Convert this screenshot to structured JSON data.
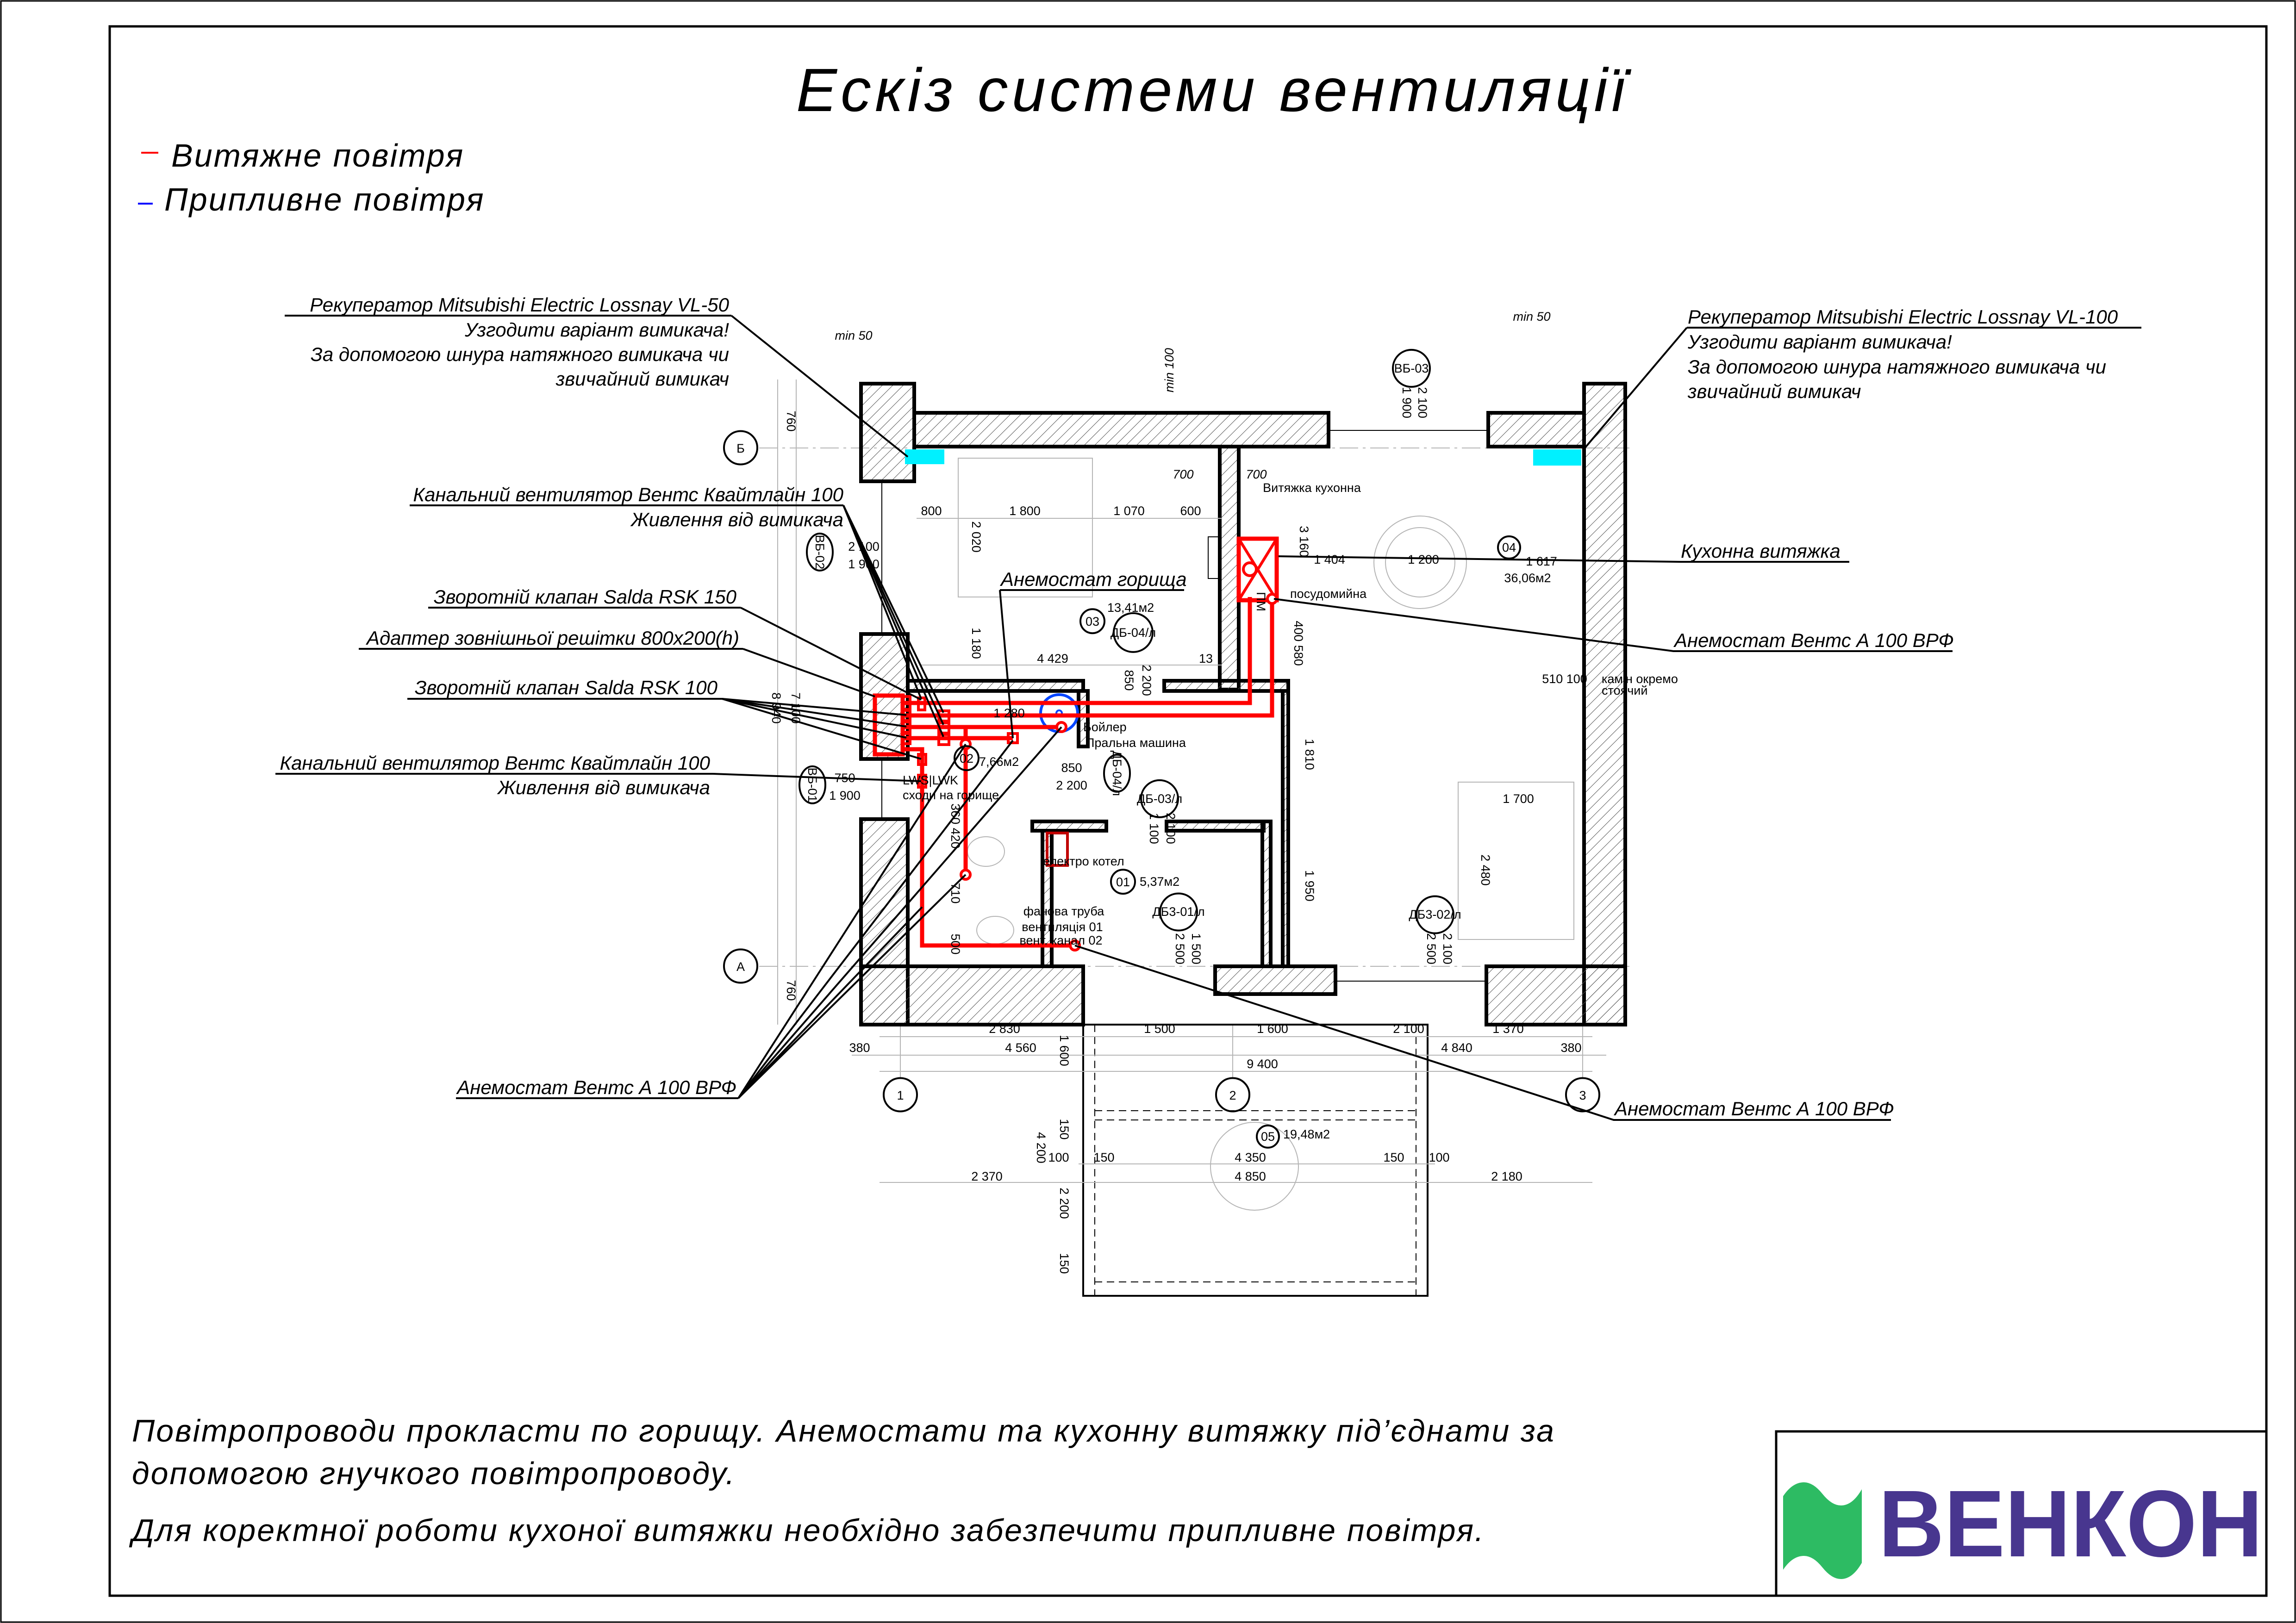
{
  "title": "Ескіз системи вентиляції",
  "legend": {
    "exhaust": {
      "label": "Витяжне повітря",
      "color": "#ff0000"
    },
    "supply": {
      "label": "Припливне повітря",
      "color": "#0000ff"
    }
  },
  "callouts": {
    "recuperator_vl50": {
      "title": "Рекуператор Mitsubishi Electric Lossnay VL-50",
      "lines": [
        "Узгодити варіант вимикача!",
        "За допомогою шнура натяжного вимикача чи",
        "звичайний вимикач"
      ]
    },
    "fan_top": {
      "title": "Канальний вентилятор Вентс Квайтлайн 100",
      "sub": "Живлення від вимикача"
    },
    "valve_rsk150": {
      "title": "Зворотній клапан Salda RSK 150"
    },
    "grille_adapter": {
      "title": "Адаптер зовнішньої решітки 800х200(h)"
    },
    "valve_rsk100": {
      "title": "Зворотній клапан Salda RSK 100"
    },
    "fan_bottom": {
      "title": "Канальний вентилятор Вентс Квайтлайн 100",
      "sub": "Живлення від вимикача"
    },
    "attic_anemostat": {
      "title": "Анемостат горища"
    },
    "recuperator_vl100": {
      "title": "Рекуператор Mitsubishi Electric Lossnay VL-100",
      "lines": [
        "Узгодити варіант вимикача!",
        "За допомогою шнура натяжного вимикача чи",
        "звичайний вимикач"
      ]
    },
    "kitchen_hood": {
      "title": "Кухонна витяжка"
    },
    "anemostat_kitchen": {
      "title": "Анемостат Вентс А 100 ВРФ"
    },
    "anemostat_bottom_right": {
      "title": "Анемостат Вентс А 100 ВРФ"
    },
    "anemostat_bottom_left": {
      "title": "Анемостат Вентс А 100 ВРФ"
    }
  },
  "plan": {
    "labels": [
      "800",
      "1 800",
      "1 070",
      "600",
      "2 020",
      "1 180",
      "2 100",
      "1 900",
      "ВБ-02",
      "03",
      "13,41м2",
      "ДБ-04/л",
      "4 429",
      "13",
      "850",
      "2 200",
      "1 280",
      "Бойлер",
      "Пральна машина",
      "02",
      "7,66м2",
      "850",
      "2 200",
      "ДБ-04/л",
      "LWS|LWK",
      "сходи на горище",
      "750",
      "1 900",
      "ВБ-01",
      "ДБ-03/л",
      "2 100",
      "1 100",
      "360 420",
      "710",
      "500",
      "електро котел",
      "01",
      "5,37м2",
      "фанова труба",
      "вентиляція 01",
      "вент. канал 02",
      "ДБ3-01/л",
      "1 500",
      "2 500",
      "ДБ3-02/л",
      "2 100",
      "2 500",
      "1 810",
      "1 950",
      "Витяжка кухонна",
      "3 160",
      "1 404",
      "1 200",
      "04",
      "1 617",
      "36,06м2",
      "посудомийна",
      "400 580",
      "ПМ",
      "510 100",
      "камін окремо",
      "стоячий",
      "ВБ-03",
      "2 100",
      "1 900",
      "1 700",
      "2 480",
      "Б",
      "А",
      "760",
      "760",
      "7 100",
      "8 940",
      "2 830",
      "1 500",
      "1 600",
      "2 100",
      "1 370",
      "380",
      "4 560",
      "4 840",
      "380",
      "1 600",
      "9 400",
      "1",
      "2",
      "3",
      "05",
      "19,48м2",
      "150",
      "4 200",
      "100",
      "150",
      "4 350",
      "150",
      "100",
      "2 370",
      "4 850",
      "2 180",
      "2 200",
      "150",
      "min 50",
      "min 50",
      "min 100",
      "700",
      "700"
    ],
    "colors": {
      "supply_annotation": "#0044ff",
      "recuperator_marker": "#00f0ff",
      "duct": "#ff0000"
    }
  },
  "notes": [
    "Повітропроводи прокласти по горищу. Анемостати та кухонну витяжку під’єднати за",
    "допомогою гнучкого повітропроводу.",
    "Для коректної роботи кухоної витяжки необхідно забезпечити припливне повітря."
  ],
  "logo": {
    "text": "ВЕНКОН",
    "text_color": "#48368f",
    "wave_color": "#2dbb63"
  }
}
